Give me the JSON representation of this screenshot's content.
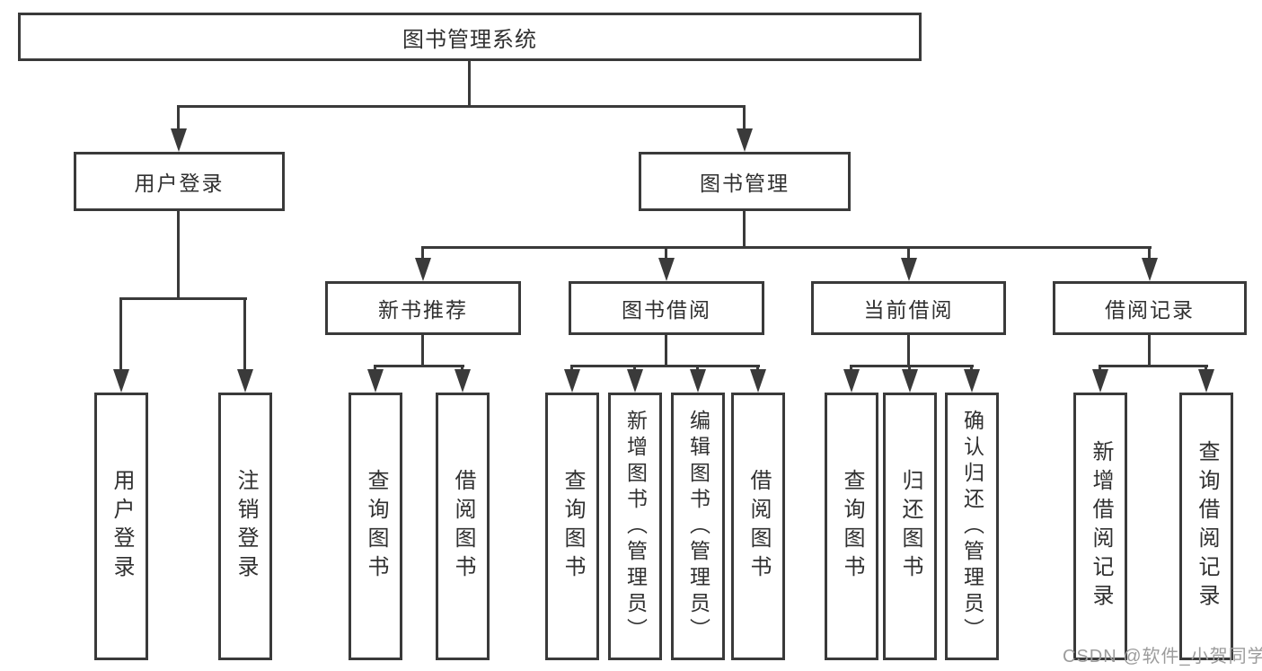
{
  "tree": {
    "root": {
      "label": "图书管理系统"
    },
    "branches": [
      {
        "label": "用户登录"
      },
      {
        "label": "图书管理"
      }
    ],
    "modules": [
      {
        "label": "新书推荐"
      },
      {
        "label": "图书借阅"
      },
      {
        "label": "当前借阅"
      },
      {
        "label": "借阅记录"
      }
    ],
    "leaves": [
      {
        "label": "用户登录"
      },
      {
        "label": "注销登录"
      },
      {
        "label": "查询图书"
      },
      {
        "label": "借阅图书"
      },
      {
        "label": "查询图书"
      },
      {
        "label": "新增图书（管理员）"
      },
      {
        "label": "编辑图书（管理员）"
      },
      {
        "label": "借阅图书"
      },
      {
        "label": "查询图书"
      },
      {
        "label": "归还图书"
      },
      {
        "label": "确认归还（管理员）"
      },
      {
        "label": "新增借阅记录"
      },
      {
        "label": "查询借阅记录"
      }
    ]
  },
  "watermark": {
    "text": "CSDN @软件_小贺同学"
  },
  "colors": {
    "line": "#3a3a3a",
    "box_border": "#3a3a3a",
    "text": "#303030",
    "watermark": "#9c9c9c",
    "background": "#ffffff"
  }
}
